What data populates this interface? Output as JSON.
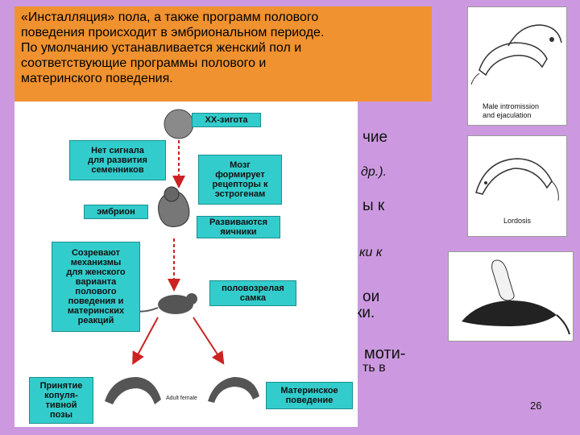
{
  "callout": {
    "lines": [
      "«Инсталляция» пола, а также программ полового",
      "поведения происходит в эмбриональном периоде.",
      "По умолчанию устанавливается женский пол и",
      "соответствующие программы полового и",
      "материнского поведения."
    ]
  },
  "partial_text": {
    "t1": "чие",
    "t2": "др.).",
    "t3": "ы к",
    "t4": "ки к",
    "t5": "ои",
    "t6": "мки.",
    "t7": "моти-",
    "t8": "ть в"
  },
  "diagram": {
    "zygote": "XX-зигота",
    "no_signal": [
      "Нет сигнала",
      "для развития",
      "семенников"
    ],
    "brain": [
      "Мозг",
      "формирует",
      "рецепторы к",
      "эстрогенам"
    ],
    "embryo": "эмбрион",
    "ovaries": [
      "Развиваются",
      "яичники"
    ],
    "mature": [
      "Созревают",
      "механизмы",
      "для женского",
      "варианта",
      "полового",
      "поведения и",
      "материнских",
      "реакций"
    ],
    "female": [
      "половозрелая",
      "самка"
    ],
    "copulation": [
      "Принятие",
      "копуля-",
      "тивной",
      "позы"
    ],
    "maternal": [
      "Материнское",
      "поведение"
    ],
    "adult_female": "Adult female"
  },
  "photos": {
    "male_caption": [
      "Male intromission",
      "and ejaculation"
    ],
    "lordosis_caption": "Lordosis"
  },
  "page_number": "26",
  "colors": {
    "background": "#cc99e0",
    "callout": "#f0922f",
    "box": "#33cccc",
    "arrow": "#cc2222"
  }
}
